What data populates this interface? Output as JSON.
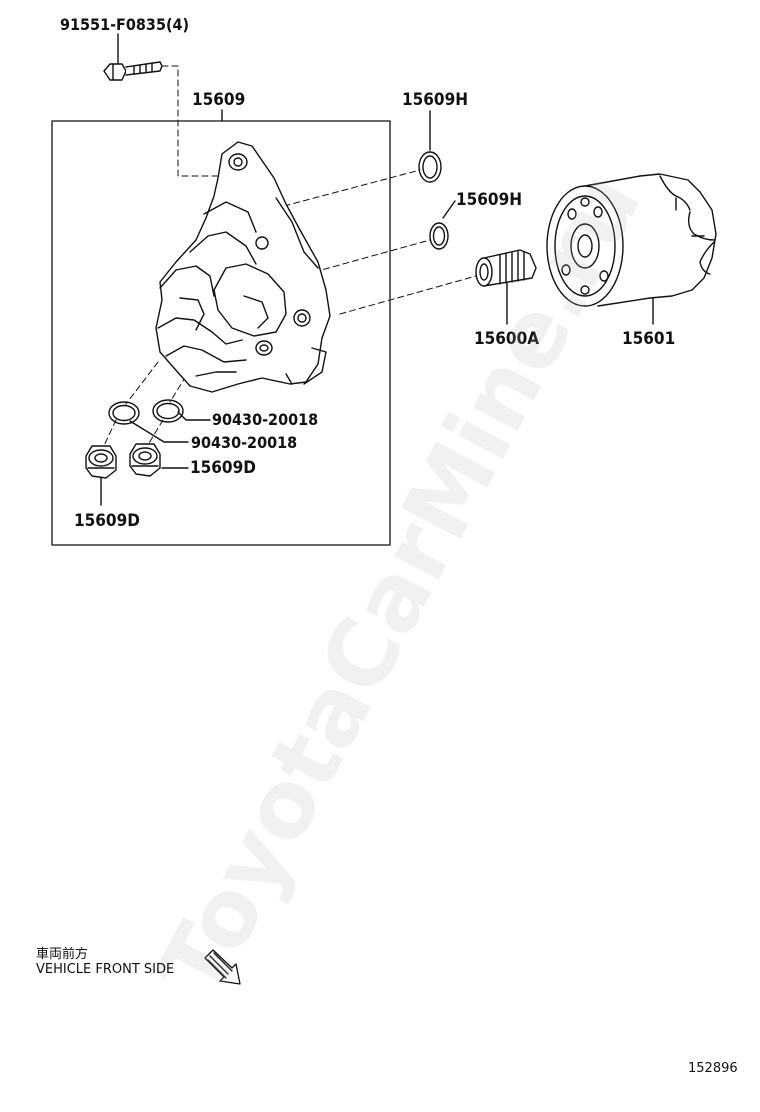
{
  "watermark": "ToyotaCarMine.ru",
  "labels": {
    "bolt": "91551-F0835(4)",
    "oil_cooler": "15609",
    "o_ring_top": "15609H",
    "o_ring_mid": "15609H",
    "union": "15600A",
    "oil_filter": "15601",
    "gasket_1": "90430-20018",
    "gasket_2": "90430-20018",
    "plug_right": "15609D",
    "plug_left": "15609D"
  },
  "direction": {
    "jp": "車両前方",
    "en": "VEHICLE FRONT SIDE"
  },
  "figure_number": "152896"
}
